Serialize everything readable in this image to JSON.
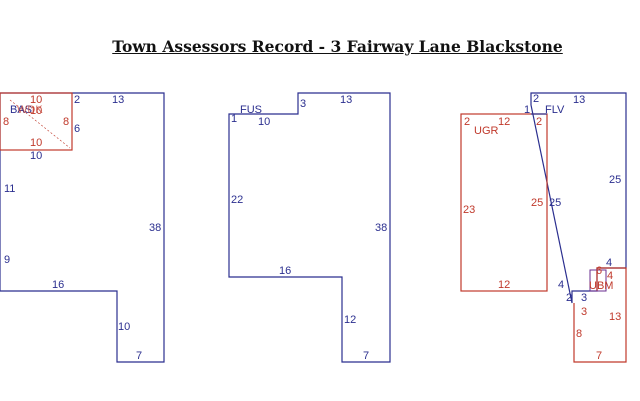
{
  "title": "Town Assessors Record - 3 Fairway Lane Blackstone",
  "colors": {
    "blue": "#2b2f8f",
    "red": "#c0392b",
    "purple": "#6a2d8f"
  },
  "sketch1": {
    "area_code": "BAS",
    "overlay_code": "WDK",
    "dims": {
      "deck_top": "10",
      "deck_top2": "10",
      "deck_left": "8",
      "deck_right": "8",
      "deck_inner": "10",
      "deck_bottom": "10",
      "top_small": "2",
      "top": "13",
      "right_small": "6",
      "left_upper": "11",
      "left_lower": "9",
      "right": "38",
      "step_horizontal": "16",
      "step_vertical": "10",
      "bottom": "7"
    }
  },
  "sketch2": {
    "area_code": "FUS",
    "dims": {
      "corner": "1",
      "top_left": "10",
      "notch": "3",
      "top": "13",
      "left": "22",
      "right": "38",
      "step_horizontal": "16",
      "step_vertical": "12",
      "bottom": "7"
    }
  },
  "sketch3": {
    "main_code": "FLV",
    "garage_code": "UGR",
    "small_code": "UBM",
    "dims": {
      "main_top_small": "2",
      "main_top": "13",
      "main_left_small": "1",
      "main_right": "25",
      "main_left": "25",
      "main_step_right": "4",
      "main_step_bottom": "4",
      "main_notch_left": "2",
      "main_notch_vertical": "3",
      "garage_top_left": "2",
      "garage_top": "12",
      "garage_top_right": "2",
      "garage_left": "23",
      "garage_right": "25",
      "garage_bottom": "12",
      "small_top": "6",
      "small_side": "4",
      "small_left_small": "3",
      "lower_left": "8",
      "lower_right": "13",
      "lower_bottom": "7"
    }
  }
}
